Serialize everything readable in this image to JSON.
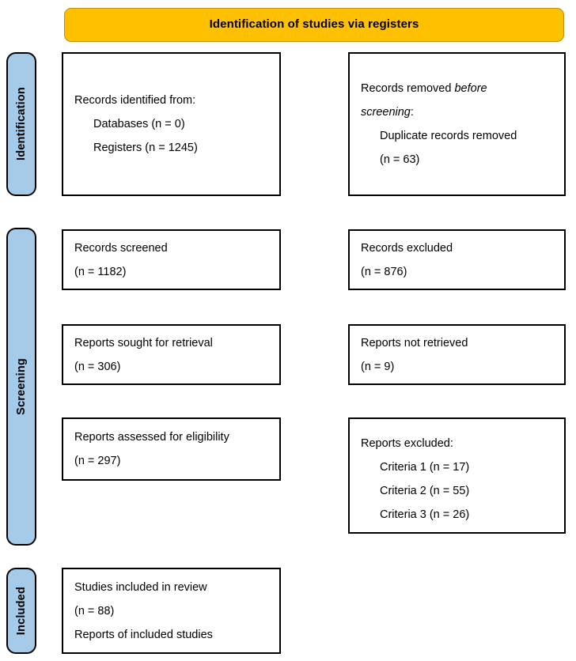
{
  "banner": {
    "title": "Identification of studies via registers",
    "background_color": "#FFC000",
    "border_color": "#BF9000"
  },
  "colors": {
    "stage_pill_fill": "#A6CBE9",
    "box_border": "#000000",
    "box_fill": "#FFFFFF",
    "text": "#000000"
  },
  "stages": [
    {
      "id": "identification",
      "label": "Identification"
    },
    {
      "id": "screening",
      "label": "Screening"
    },
    {
      "id": "included",
      "label": "Included"
    }
  ],
  "boxes": {
    "records_identified": {
      "line1": "Records identified from:",
      "line2": "Databases (n = 0)",
      "line3": "Registers (n = 1245)"
    },
    "records_removed": {
      "line1_plain": "Records removed ",
      "line1_italic": "before",
      "line2_italic": "screening",
      "line2_plain": ":",
      "line3": "Duplicate records removed",
      "line4": "(n = 63)"
    },
    "records_screened": {
      "line1": "Records screened",
      "line2": "(n = 1182)"
    },
    "records_excluded": {
      "line1": "Records excluded",
      "line2": "(n = 876)"
    },
    "reports_sought": {
      "line1": "Reports sought for retrieval",
      "line2": "(n = 306)"
    },
    "reports_not_retrieved": {
      "line1": "Reports not retrieved",
      "line2": "(n = 9)"
    },
    "reports_assessed": {
      "line1": "Reports assessed for eligibility",
      "line2": "(n = 297)"
    },
    "reports_excluded": {
      "line1": "Reports excluded:",
      "line2": "Criteria 1 (n = 17)",
      "line3": "Criteria 2 (n = 55)",
      "line4": "Criteria 3 (n = 26)"
    },
    "studies_included": {
      "line1": "Studies included in review",
      "line2": "(n = 88)",
      "line3": "Reports of included studies"
    }
  }
}
